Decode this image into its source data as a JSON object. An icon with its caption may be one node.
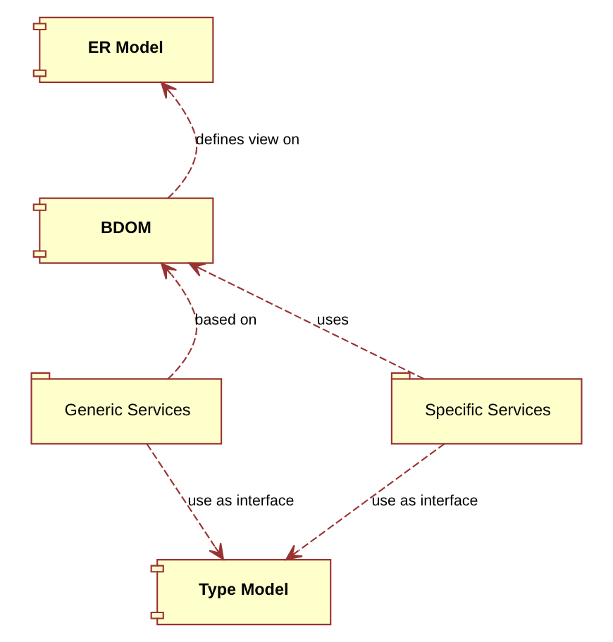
{
  "diagram": {
    "nodes": [
      {
        "text": [
          "ER Model"
        ]
      },
      {
        "text": [
          "BDOM"
        ]
      },
      {
        "text": [
          "Generic Services"
        ]
      },
      {
        "text": [
          "Specific Services"
        ]
      },
      {
        "text": [
          "Type Model"
        ]
      }
    ],
    "edges": [
      {
        "from": 1,
        "to": 0,
        "arrow": "to",
        "label": "defines view on",
        "style": "dashed"
      },
      {
        "from": 2,
        "to": 1,
        "arrow": "to",
        "label": "based on",
        "style": "dashed"
      },
      {
        "from": 3,
        "to": 1,
        "arrow": "to",
        "label": "uses",
        "style": "dashed"
      },
      {
        "from": 2,
        "to": 4,
        "arrow": "to",
        "label": "use as interface",
        "style": "dashed"
      },
      {
        "from": 3,
        "to": 4,
        "arrow": "to",
        "label": "use as interface",
        "style": "dashed"
      }
    ]
  }
}
